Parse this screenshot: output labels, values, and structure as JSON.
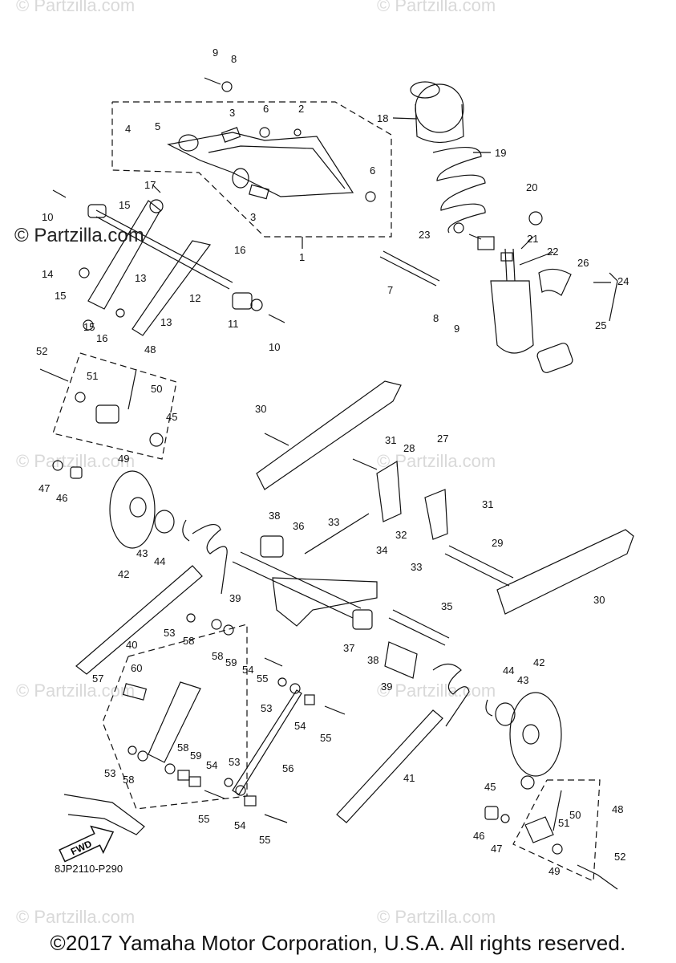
{
  "watermark": "© Partzilla.com",
  "drawing_code": "8JP2110-P290",
  "copyright": "©2017 Yamaha Motor Corporation, U.S.A. All rights reserved.",
  "fwd_label": "FWD",
  "part_numbers": [
    "9",
    "8",
    "6",
    "2",
    "3",
    "4",
    "5",
    "18",
    "19",
    "6",
    "17",
    "10",
    "15",
    "3",
    "20",
    "1",
    "16",
    "23",
    "21",
    "22",
    "26",
    "24",
    "14",
    "13",
    "7",
    "15",
    "12",
    "8",
    "9",
    "25",
    "15",
    "16",
    "13",
    "11",
    "10",
    "52",
    "48",
    "51",
    "50",
    "45",
    "49",
    "47",
    "46",
    "30",
    "31",
    "28",
    "27",
    "38",
    "36",
    "31",
    "33",
    "32",
    "29",
    "34",
    "43",
    "44",
    "42",
    "39",
    "33",
    "35",
    "30",
    "53",
    "58",
    "40",
    "37",
    "38",
    "57",
    "60",
    "58",
    "59",
    "54",
    "55",
    "44",
    "42",
    "43",
    "39",
    "53",
    "54",
    "55",
    "58",
    "59",
    "53",
    "54",
    "56",
    "41",
    "53",
    "58",
    "45",
    "50",
    "48",
    "55",
    "54",
    "55",
    "46",
    "51",
    "47",
    "52",
    "49"
  ],
  "colors": {
    "line": "#111111",
    "watermark": "#d9d9d9",
    "background": "#ffffff"
  }
}
